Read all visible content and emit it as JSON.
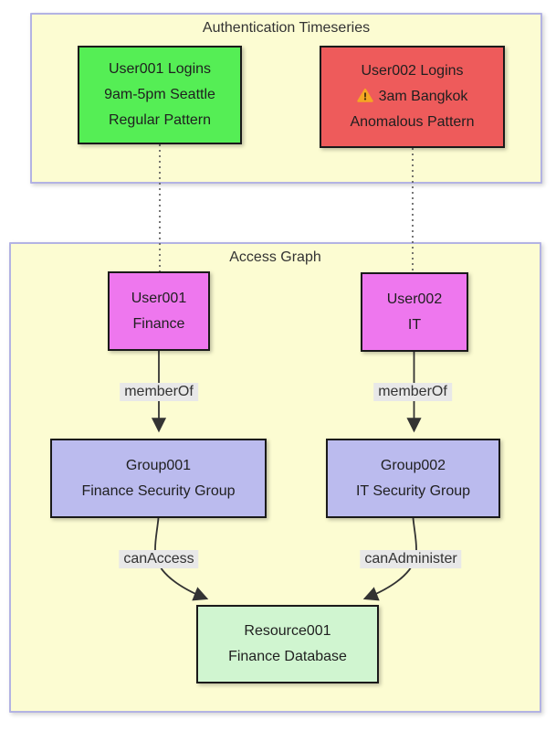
{
  "diagram": {
    "auth_cluster": {
      "title": "Authentication Timeseries",
      "user001_logins": {
        "lines": [
          "User001 Logins",
          "9am-5pm Seattle",
          "Regular Pattern"
        ]
      },
      "user002_logins": {
        "lines": [
          "User002 Logins",
          "3am Bangkok",
          "Anomalous Pattern"
        ],
        "warning_icon": "warning-triangle"
      }
    },
    "access_cluster": {
      "title": "Access Graph",
      "user001": {
        "lines": [
          "User001",
          "Finance"
        ]
      },
      "user002": {
        "lines": [
          "User002",
          "IT"
        ]
      },
      "group001": {
        "lines": [
          "Group001",
          "Finance Security Group"
        ]
      },
      "group002": {
        "lines": [
          "Group002",
          "IT Security Group"
        ]
      },
      "resource001": {
        "lines": [
          "Resource001",
          "Finance Database"
        ]
      }
    },
    "edge_labels": {
      "member_of_1": "memberOf",
      "member_of_2": "memberOf",
      "can_access": "canAccess",
      "can_administer": "canAdminister"
    }
  },
  "colors": {
    "cluster_fill": "#fcfcd2",
    "cluster_border": "#b3b3e3",
    "node_green": "#55ee55",
    "node_red": "#ee5b5b",
    "node_pink": "#ee77ee",
    "node_lavender": "#bbbbee",
    "node_mint": "#d0f5d0",
    "label_bg": "#e8e8e8",
    "warning_orange": "#f5a623",
    "edge_stroke": "#333333"
  }
}
